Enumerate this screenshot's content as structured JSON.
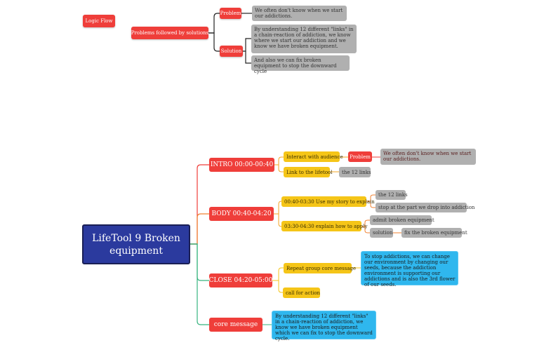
{
  "logic": {
    "title": "Logic Flow",
    "main": "Problems followed by solutions",
    "problem_label": "Problem",
    "problem_text": "We often don't know when we start our addictions.",
    "solution_label": "Solution",
    "solution_text1": "By understanding 12 different \"links\" in a chain-reaction of addiction, we know where we start our addiction and we know we have broken equipment.",
    "solution_text2": "And also we can fix broken equipment to stop the downward cycle"
  },
  "root": {
    "title": "LifeTool 9 Broken equipment"
  },
  "intro": {
    "label": "INTRO 00:00-00:40",
    "interact": "Interact with audience",
    "problem_label": "Problem",
    "problem_text": "We often don't know when we start our addictions.",
    "link": "Link to the lifetool",
    "the12": "the 12 links"
  },
  "body": {
    "label": "BODY 00:40-04:20",
    "story": "00:40-03:30 Use my story to explain",
    "the12": "the 12 links",
    "stop": "stop at the part we drop into addiction",
    "explain": "03:30-04:30  explain how to apply",
    "admit": "admit broken equipment",
    "solution": "solution",
    "fix": "fix the broken equipment"
  },
  "close": {
    "label": "CLOSE 04:20-05:00",
    "repeat": "Repeat group core message",
    "repeat_text": "To stop addictions, we can change our environment by changing our seeds, because the addiction environment is supporting our addictions and is also the 3rd flower of our seeds.",
    "call": "call for action"
  },
  "core": {
    "label": "core message",
    "text": "By understanding 12 different \"links\" in a chain-reaction of addiction, we know we have broken equipment which we can fix to stop the downward cycle."
  }
}
